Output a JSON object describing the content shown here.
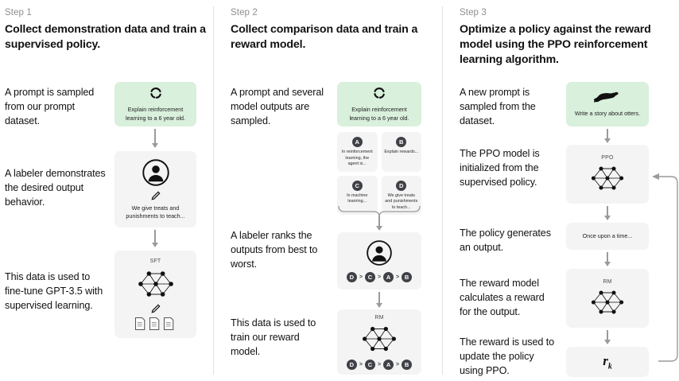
{
  "steps": [
    {
      "label": "Step 1",
      "title": "Collect demonstration data and train a supervised policy.",
      "narratives": [
        "A prompt is sampled from our prompt dataset.",
        "A labeler demonstrates the desired output behavior.",
        "This data is used to fine-tune GPT-3.5 with supervised learning."
      ],
      "cards": [
        {
          "icon": "sampling-dashed-circle-icon",
          "text": "Explain reinforcement learning to a 6 year old."
        },
        {
          "icon": "labeler-person-icon",
          "text": "We give treats and punishments to teach..."
        },
        {
          "caption": "SFT",
          "icon": "neural-network-icon"
        }
      ]
    },
    {
      "label": "Step 2",
      "title": "Collect comparison data and train a reward model.",
      "narratives": [
        "A prompt and several model outputs are sampled.",
        "A labeler ranks the outputs from best to worst.",
        "This data is used to train our reward model."
      ],
      "prompt_card": {
        "icon": "sampling-dashed-circle-icon",
        "text": "Explain reinforcement learning to a 6 year old."
      },
      "options": [
        {
          "key": "A",
          "text": "In reinforcement learning, the agent is..."
        },
        {
          "key": "B",
          "text": "Explain rewards..."
        },
        {
          "key": "C",
          "text": "In machine learning..."
        },
        {
          "key": "D",
          "text": "We give treats and punishments to teach..."
        }
      ],
      "ranking": [
        "D",
        "C",
        "A",
        "B"
      ],
      "ranking_separator": ">",
      "labeler_card_icon": "labeler-person-icon",
      "rm_card": {
        "caption": "RM",
        "icon": "neural-network-icon"
      }
    },
    {
      "label": "Step 3",
      "title": "Optimize a policy against the reward model using the PPO reinforcement learning algorithm.",
      "narratives": [
        "A new prompt is sampled from the dataset.",
        "The PPO model is initialized from the supervised policy.",
        "The policy generates an output.",
        "The reward model calculates a reward for the output.",
        "The reward is used to update the policy using PPO."
      ],
      "cards": [
        {
          "icon": "otter-icon",
          "text": "Write a story about otters."
        },
        {
          "caption": "PPO",
          "icon": "neural-network-icon"
        },
        {
          "text": "Once upon a time..."
        },
        {
          "caption": "RM",
          "icon": "neural-network-icon"
        },
        {
          "formula": "r",
          "formula_sub": "k"
        }
      ]
    }
  ],
  "colors": {
    "prompt_green": "#d9f0dc",
    "card_gray": "#f4f4f4",
    "arrow_gray": "#9a9a9a",
    "divider": "#e2e2e2",
    "pill_dark": "#3f4147",
    "step_label": "#8e8e8e"
  }
}
